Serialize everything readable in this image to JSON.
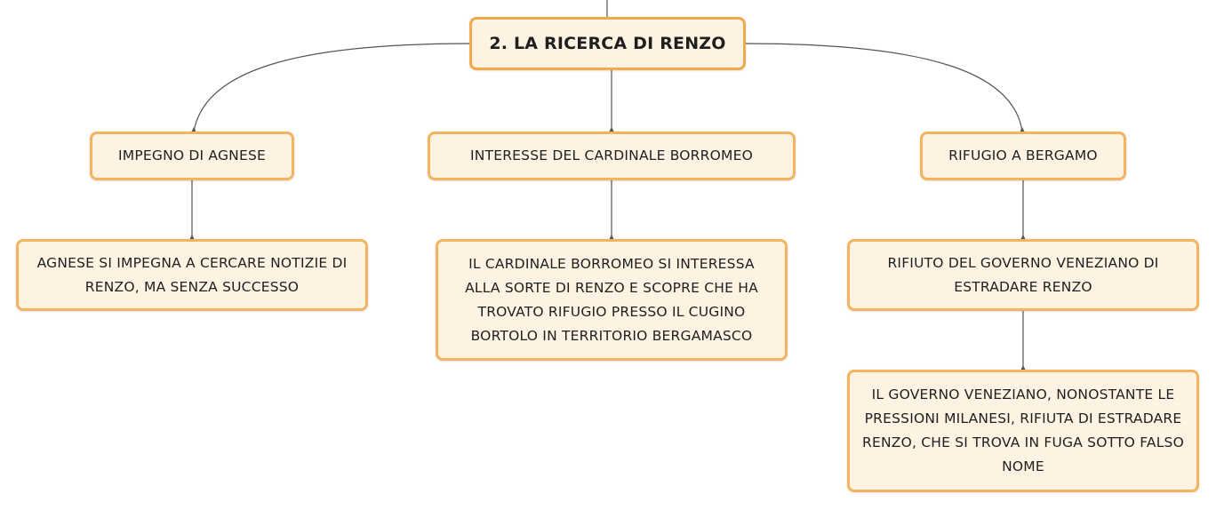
{
  "colors": {
    "node_fill": "#fef3e2",
    "node_border": "#f3b35f",
    "connector": "#555555",
    "text": "#1f1f1f"
  },
  "diagram": {
    "root": {
      "label": "2. LA RICERCA DI RENZO"
    },
    "branches": [
      {
        "label": "IMPEGNO DI AGNESE",
        "children": [
          {
            "label": "AGNESE SI IMPEGNA A CERCARE NOTIZIE DI RENZO, MA SENZA SUCCESSO"
          }
        ]
      },
      {
        "label": "INTERESSE DEL CARDINALE BORROMEO",
        "children": [
          {
            "label": "IL CARDINALE BORROMEO SI INTERESSA ALLA SORTE DI RENZO E SCOPRE CHE HA TROVATO RIFUGIO PRESSO IL CUGINO BORTOLO IN TERRITORIO BERGAMASCO"
          }
        ]
      },
      {
        "label": "RIFUGIO A BERGAMO",
        "children": [
          {
            "label": "RIFIUTO DEL GOVERNO VENEZIANO DI ESTRADARE RENZO"
          },
          {
            "label": "IL GOVERNO VENEZIANO, NONOSTANTE LE PRESSIONI MILANESI, RIFIUTA DI ESTRADARE RENZO, CHE SI TROVA IN FUGA SOTTO FALSO NOME"
          }
        ]
      }
    ]
  }
}
